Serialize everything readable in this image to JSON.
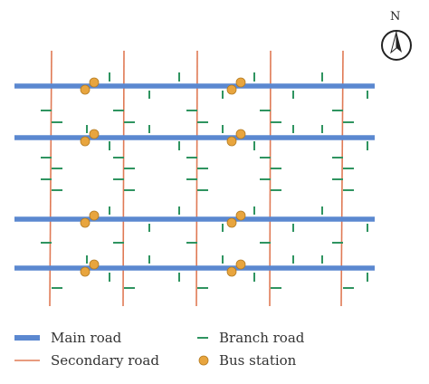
{
  "compass": {
    "label": "N",
    "icon": "north-arrow-icon"
  },
  "colors": {
    "main_road": "#5b88d0",
    "secondary_road": "#e07a55",
    "branch_road": "#2f9460",
    "bus_station_fill": "#e8a53e",
    "bus_station_stroke": "#b37b22"
  },
  "legend": {
    "main_road": "Main road",
    "secondary_road": "Secondary road",
    "branch_road": "Branch road",
    "bus_station": "Bus station"
  },
  "network": {
    "main_roads": 4,
    "secondary_roads": 5,
    "bus_stations": 16
  }
}
